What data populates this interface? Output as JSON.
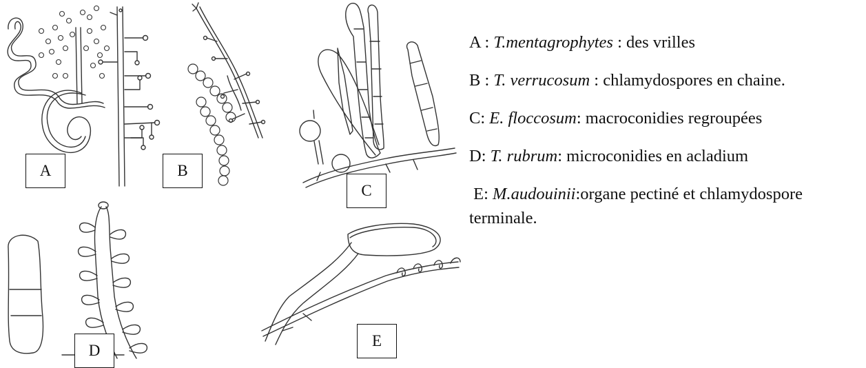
{
  "labels": {
    "a": "A",
    "b": "B",
    "c": "C",
    "d": "D",
    "e": "E"
  },
  "legend": [
    {
      "letter": "A :",
      "species": "T.mentagrophytes",
      "rest": " : des vrilles"
    },
    {
      "letter": "B :",
      "species": "T. verrucosum",
      "rest": " : chlamydospores en chaine."
    },
    {
      "letter": "C:",
      "species": "E. floccosum",
      "rest": ": macroconidies regroupées"
    },
    {
      "letter": "D:",
      "species": "T. rubrum",
      "rest": ": microconidies en acladium"
    },
    {
      "letter": "E:",
      "species": "M.audouinii",
      "rest": ":organe pectiné et chlamydospore terminale."
    }
  ]
}
